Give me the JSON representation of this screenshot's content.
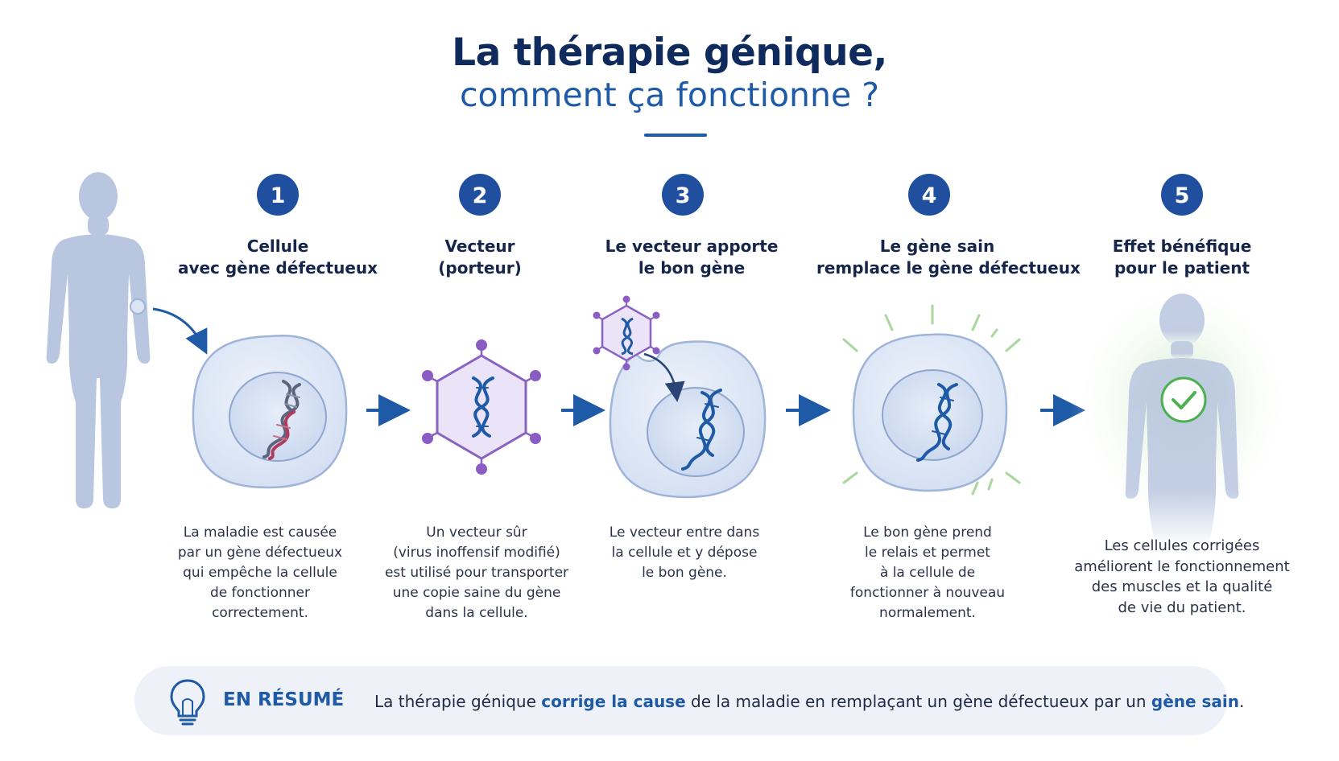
{
  "title": {
    "line1": "La thérapie génique,",
    "line2": "comment ça fonctionne ?"
  },
  "steps": [
    {
      "number": "1",
      "title_lines": [
        "Cellule",
        "avec gène défectueux"
      ],
      "desc_lines": [
        "La maladie est causée",
        "par un gène défectueux",
        "qui empêche la cellule",
        "de fonctionner",
        "correctement."
      ]
    },
    {
      "number": "2",
      "title_lines": [
        "Vecteur",
        "(porteur)"
      ],
      "desc_lines": [
        "Un vecteur sûr",
        "(virus inoffensif modifié)",
        "est utilisé pour transporter",
        "une copie saine du gène",
        "dans la cellule."
      ]
    },
    {
      "number": "3",
      "title_lines": [
        "Le vecteur apporte",
        "le bon gène"
      ],
      "desc_lines": [
        "Le vecteur entre dans",
        "la cellule et y dépose",
        "le bon gène."
      ]
    },
    {
      "number": "4",
      "title_lines": [
        "Le gène sain",
        "remplace le gène défectueux"
      ],
      "desc_lines": [
        "Le bon gène prend",
        "le relais et permet",
        "à la cellule de",
        "fonctionner à nouveau",
        "normalement."
      ]
    },
    {
      "number": "5",
      "title_lines": [
        "Effet bénéfique",
        "pour le patient"
      ],
      "desc_lines": [
        "Les cellules corrigées",
        "améliorent le fonctionnement",
        "des muscles et la qualité",
        "de vie du patient."
      ]
    }
  ],
  "summary": {
    "label": "EN RÉSUMÉ",
    "text_before": "La thérapie génique ",
    "highlight1": "corrige la cause",
    "text_middle": " de la maladie en remplaçant un gène défectueux par un ",
    "highlight2": "gène sain",
    "text_after": "."
  },
  "icons": [
    "human-silhouette-icon",
    "arrow-right-icon",
    "dna-icon",
    "virus-vector-icon",
    "checkmark-icon",
    "lightbulb-icon"
  ],
  "colors": {
    "primary": "#1f5aa6",
    "dark_navy": "#0f2a5c",
    "cell_fill": "#dbe5f4",
    "vector_purple": "#7b4fb0",
    "defect_red": "#b03a5a",
    "success_green": "#4caf50",
    "silhouette": "#b9c6e0"
  }
}
